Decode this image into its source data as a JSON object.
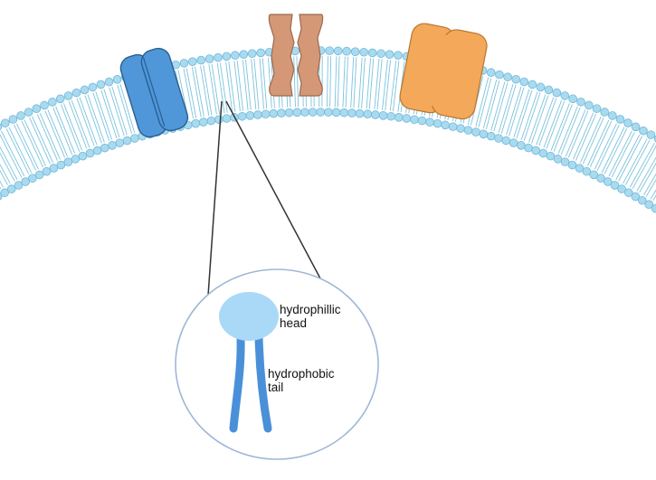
{
  "labels": {
    "head": [
      "hydrophillic",
      "head"
    ],
    "tail": [
      "hydrophobic",
      "tail"
    ]
  },
  "colors": {
    "lipid_fill": "#a9daf0",
    "lipid_stroke": "#6fb8d6",
    "tail_strand": "#7cc3de",
    "protein_blue_fill": "#4f97d8",
    "protein_blue_stroke": "#2a5f94",
    "protein_brown_fill": "#d59877",
    "protein_brown_stroke": "#9a6a4f",
    "protein_orange_fill": "#f3a85a",
    "protein_orange_stroke": "#b9762f",
    "zoom_circle_stroke": "#9fb7d6",
    "zoom_head_fill": "#a9d9f7",
    "zoom_tail": "#4a90d9",
    "connector": "#333333"
  },
  "icons": {
    "blue_protein": "transmembrane-channel-blue",
    "brown_protein": "transmembrane-channel-brown",
    "orange_protein": "transmembrane-channel-orange"
  }
}
